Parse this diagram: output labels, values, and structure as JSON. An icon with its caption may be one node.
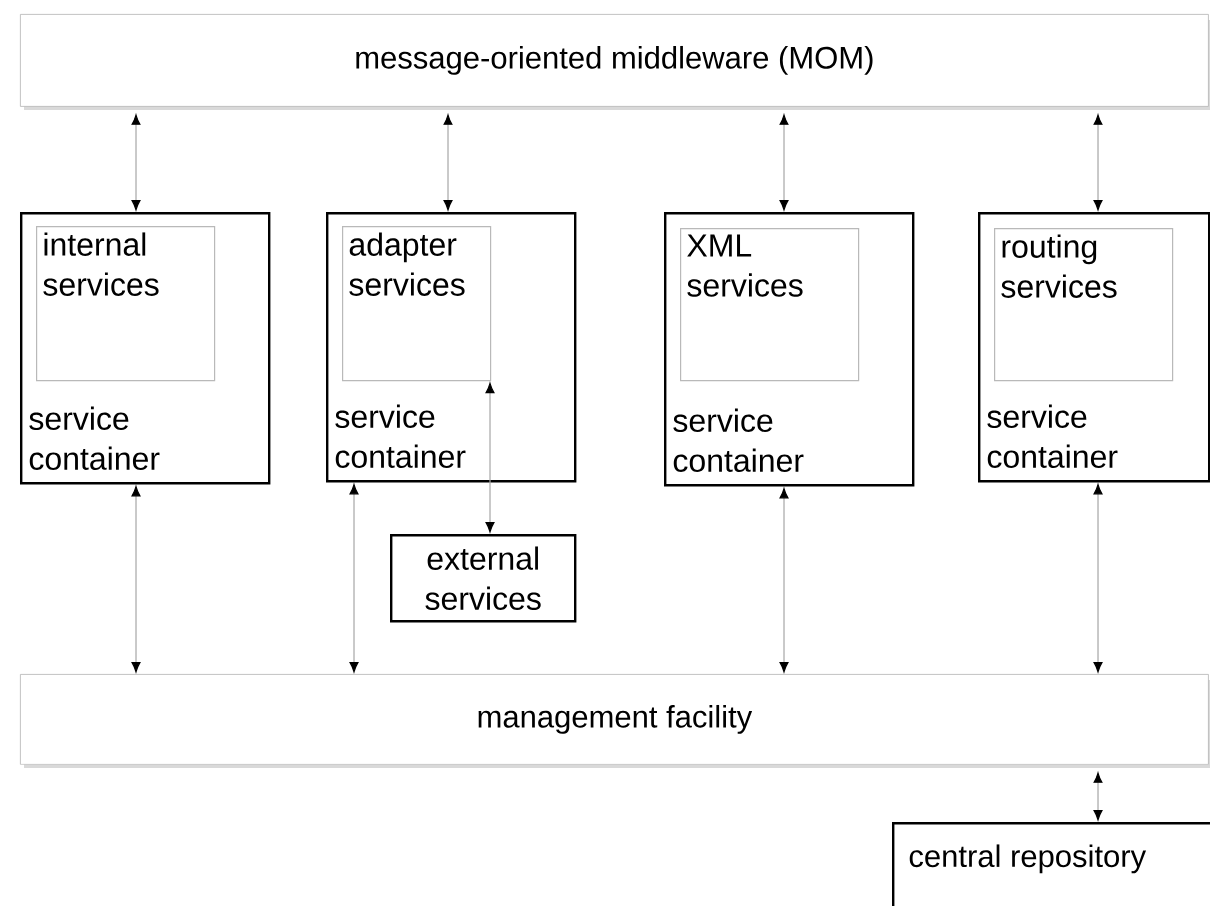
{
  "diagram": {
    "nodes": [
      {
        "text": [
          "message-oriented middleware (MOM)"
        ]
      },
      {
        "text": [
          "service container"
        ]
      },
      {
        "text": [
          "internal services"
        ],
        "in": 1
      },
      {
        "text": [
          "service container"
        ]
      },
      {
        "text": [
          "adapter services"
        ],
        "in": 3
      },
      {
        "text": [
          "service container"
        ]
      },
      {
        "text": [
          "XML services"
        ],
        "in": 5
      },
      {
        "text": [
          "service container"
        ]
      },
      {
        "text": [
          "routing services"
        ],
        "in": 7
      },
      {
        "text": [
          "external services"
        ]
      },
      {
        "text": [
          "management facility"
        ]
      },
      {
        "text": [
          "central repository"
        ]
      }
    ],
    "edges": [
      {
        "from": 0,
        "to": 1,
        "arrow": "both"
      },
      {
        "from": 0,
        "to": 3,
        "arrow": "both"
      },
      {
        "from": 0,
        "to": 5,
        "arrow": "both"
      },
      {
        "from": 0,
        "to": 7,
        "arrow": "both"
      },
      {
        "from": 4,
        "to": 9,
        "arrow": "both"
      },
      {
        "from": 1,
        "to": 10,
        "arrow": "both"
      },
      {
        "from": 3,
        "to": 10,
        "arrow": "both"
      },
      {
        "from": 5,
        "to": 10,
        "arrow": "both"
      },
      {
        "from": 7,
        "to": 10,
        "arrow": "both"
      },
      {
        "from": 10,
        "to": 11,
        "arrow": "both"
      }
    ]
  }
}
